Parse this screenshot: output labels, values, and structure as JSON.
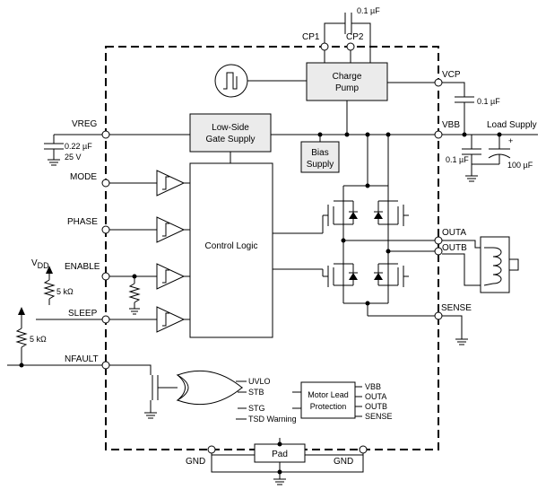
{
  "pins": {
    "cp1": "CP1",
    "cp2": "CP2",
    "vcp": "VCP",
    "vbb": "VBB",
    "vreg": "VREG",
    "mode": "MODE",
    "phase": "PHASE",
    "enable": "ENABLE",
    "sleep": "SLEEP",
    "nfault": "NFAULT",
    "outa": "OUTA",
    "outb": "OUTB",
    "sense": "SENSE",
    "gnd_left": "GND",
    "gnd_right": "GND"
  },
  "blocks": {
    "charge_pump_line1": "Charge",
    "charge_pump_line2": "Pump",
    "low_side_line1": "Low-Side",
    "low_side_line2": "Gate Supply",
    "bias_line1": "Bias",
    "bias_line2": "Supply",
    "control_logic": "Control Logic",
    "motor_lead_line1": "Motor Lead",
    "motor_lead_line2": "Protection",
    "pad": "Pad"
  },
  "components": {
    "cp_cap": "0.1 µF",
    "vcp_cap": "0.1 µF",
    "vreg_cap_value": "0.22 µF",
    "vreg_cap_voltage": "25 V",
    "vbb_cap": "0.1 µF",
    "bulk_cap": "100 µF",
    "load_supply": "Load Supply",
    "vdd_main": "V",
    "vdd_sub": "DD",
    "res_enable": "5 kΩ",
    "res_sleep": "5 kΩ",
    "plus_sign": "+"
  },
  "fault_inputs": [
    "UVLO",
    "STB",
    "STG",
    "TSD Warning"
  ],
  "protection_inputs": [
    "VBB",
    "OUTA",
    "OUTB",
    "SENSE"
  ]
}
